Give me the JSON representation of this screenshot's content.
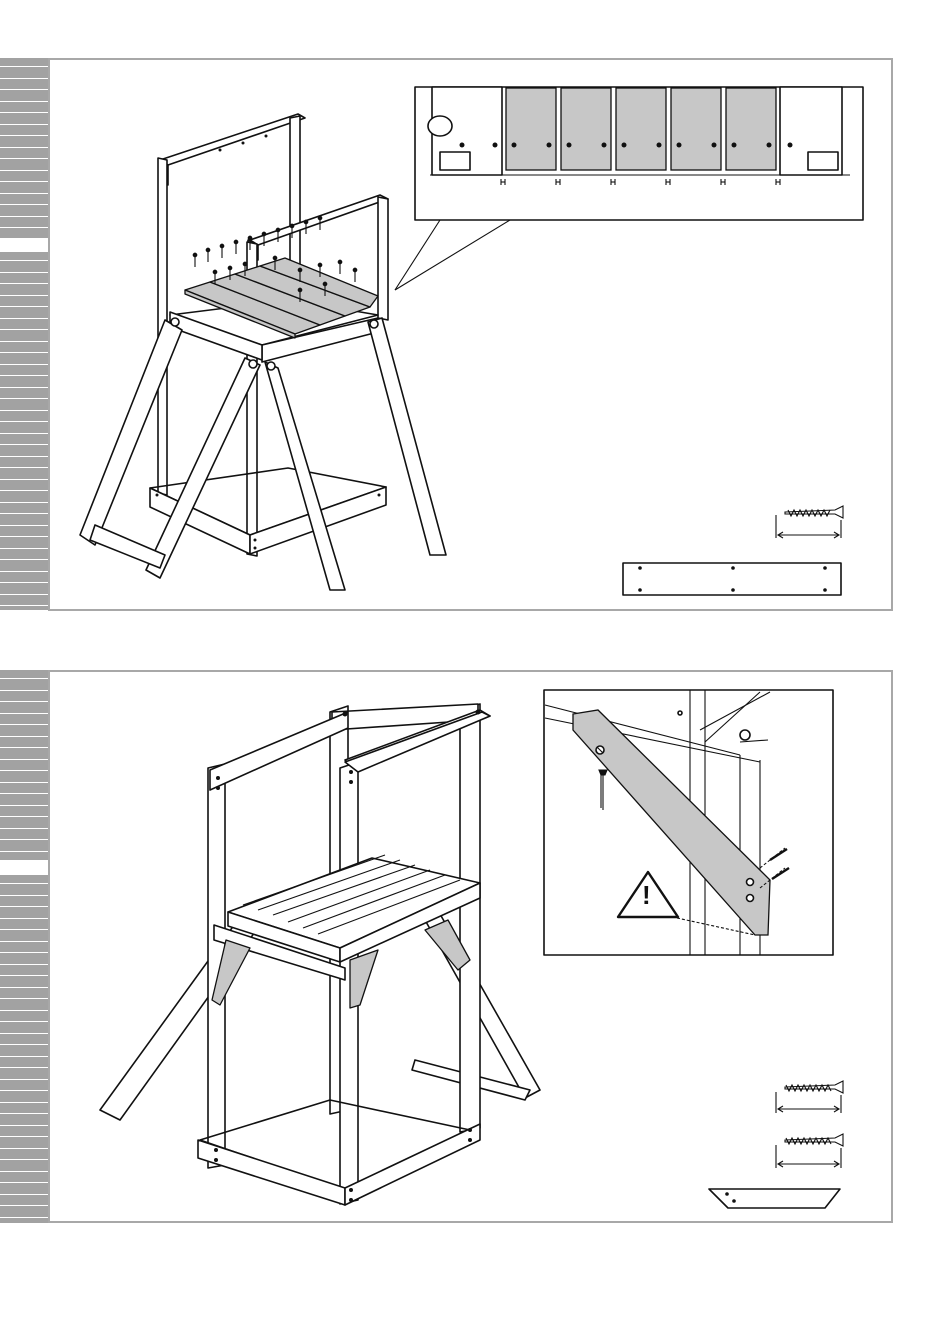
{
  "page": {
    "background": "#ffffff",
    "panel_border_color": "#a8a8a8",
    "side_tab_color": "#a2a2a2",
    "highlight_part_color": "#c7c7c7"
  },
  "steps": [
    {
      "name": "step-deck-boards",
      "illustration": "tower-frame-with-deck-boards",
      "detail": "deck-board-spacing-detail",
      "parts": [
        "screw",
        "board-with-holes"
      ]
    },
    {
      "name": "step-diagonal-braces",
      "illustration": "tower-frame-with-braces",
      "detail": "brace-detail",
      "warning_symbol": "!",
      "parts": [
        "screw",
        "screw",
        "angled-brace"
      ]
    }
  ],
  "icons": [
    "screw-icon",
    "warning-triangle-icon",
    "dimension-arrow-icon"
  ]
}
